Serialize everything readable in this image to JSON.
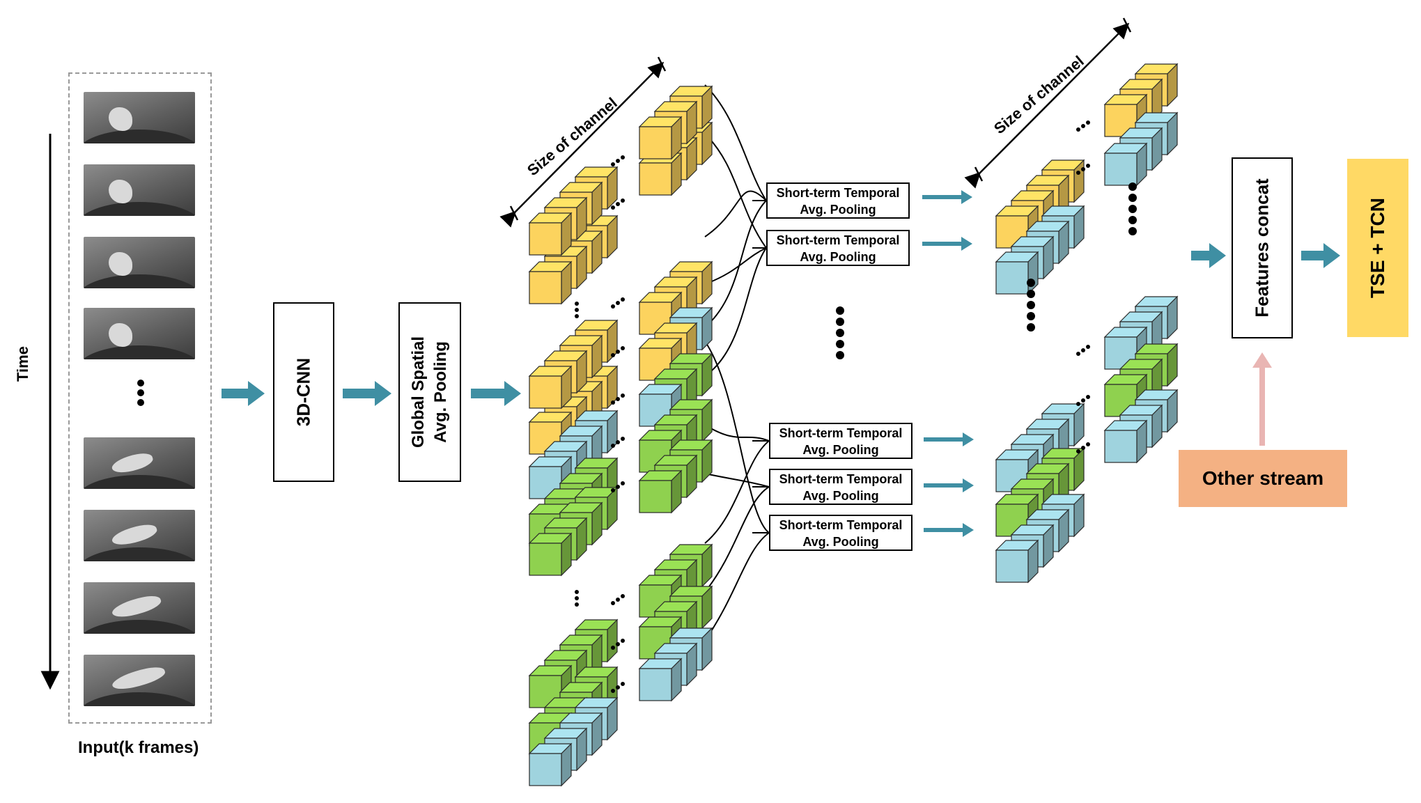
{
  "figure": {
    "input_label": "Input(k frames)",
    "time_label": "Time",
    "cnn_label": "3D-CNN",
    "gsap_line1": "Global Spatial",
    "gsap_line2": "Avg. Pooling",
    "size_of_channel_1": "Size of channel",
    "size_of_channel_2": "Size of channel",
    "stp_boxes": [
      {
        "line1": "Short-term Temporal",
        "line2": "Avg. Pooling"
      },
      {
        "line1": "Short-term Temporal",
        "line2": "Avg. Pooling"
      },
      {
        "line1": "Short-term Temporal",
        "line2": "Avg. Pooling"
      },
      {
        "line1": "Short-term Temporal",
        "line2": "Avg. Pooling"
      },
      {
        "line1": "Short-term Temporal",
        "line2": "Avg. Pooling"
      }
    ],
    "concat_label": "Features concat",
    "other_stream_label": "Other stream",
    "tse_label": "TSE + TCN"
  },
  "colors": {
    "yellow_cube": "#fcd35e",
    "blue_cube": "#9fd3de",
    "green_cube": "#8fd14f",
    "arrow_teal": "#3f8fa3",
    "arrow_pink": "#e9b5b3",
    "other_stream_fill": "#f4b183",
    "tse_fill": "#ffd965"
  }
}
